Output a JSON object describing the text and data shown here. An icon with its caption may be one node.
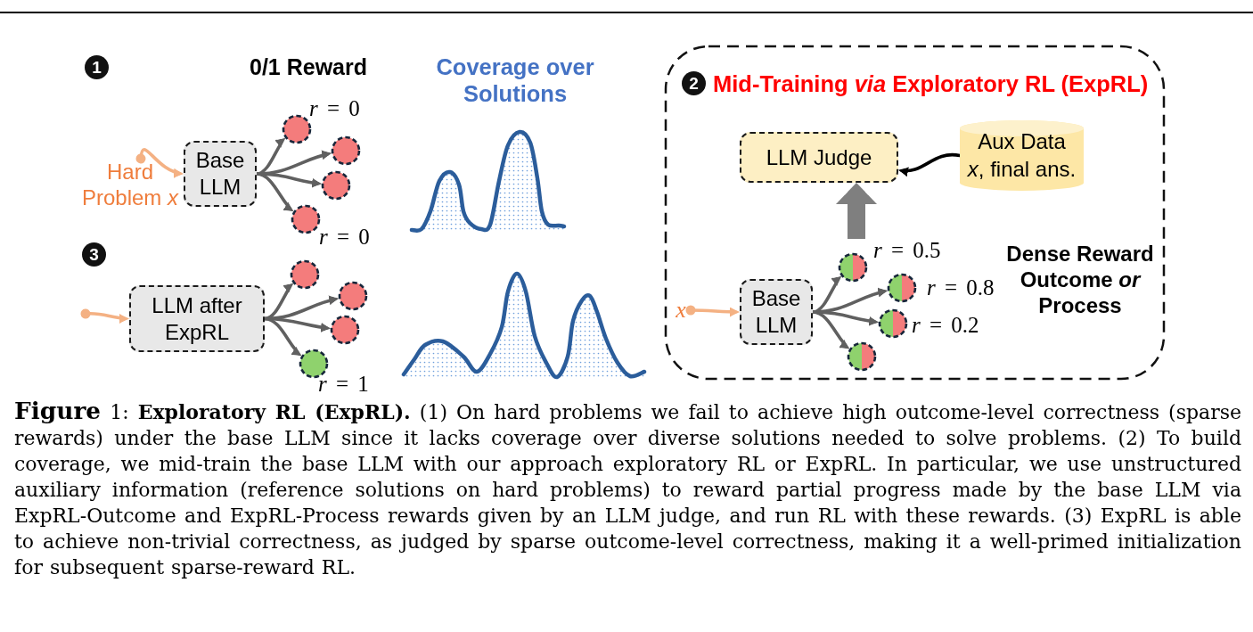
{
  "diagram": {
    "caption": "**Figure** 1: **Exploratory RL (ExpRL).** (1) On hard problems we fail to achieve high outcome-level correctness (sparse rewards) under the base LLM since it lacks coverage over diverse solutions needed to solve problems. (2) To build coverage, we mid-train the base LLM with our approach exploratory RL or ExpRL. In particular, we use unstructured auxiliary information (reference solutions on hard problems) to reward partial progress made by the base LLM via ExpRL-Outcome and ExpRL-Process rewards given by an LLM judge, and run RL with these rewards. (3) ExpRL is able to achieve non-trivial correctness, as judged by sparse outcome-level correctness, making it a well-primed initialization for subsequent sparse-reward RL.",
    "nodes": [
      {
        "text": [
          "1"
        ]
      },
      {
        "text": [
          "Hard Problem *x*"
        ]
      },
      {
        "text": [
          "Base LLM"
        ]
      },
      {
        "text": [],
        "shape": "circle",
        "beside": [
          "*r* = 0"
        ]
      },
      {
        "text": [],
        "shape": "circle"
      },
      {
        "text": [],
        "shape": "circle"
      },
      {
        "text": [],
        "shape": "circle",
        "beside": [
          "*r* = 0"
        ]
      },
      {
        "text": [
          "3"
        ]
      },
      {
        "text": [
          "LLM after ExpRL"
        ]
      },
      {
        "text": [],
        "shape": "circle"
      },
      {
        "text": [],
        "shape": "circle"
      },
      {
        "text": [],
        "shape": "circle"
      },
      {
        "text": [],
        "shape": "circle",
        "beside": [
          "*r* = 1"
        ]
      },
      {
        "text": [
          "Mid-Training *via* Exploratory RL (ExpRL)",
          "Dense Reward Outcome *or* Process"
        ]
      },
      {
        "text": [
          "2"
        ],
        "in": 13
      },
      {
        "text": [
          "LLM Judge"
        ],
        "in": 13
      },
      {
        "text": [
          "Aux Data",
          "*x*, final ans."
        ],
        "in": 13
      },
      {
        "text": [
          "x"
        ],
        "in": 13
      },
      {
        "text": [
          "Base LLM"
        ],
        "in": 13
      },
      {
        "text": [],
        "shape": "circle",
        "in": 13,
        "beside": [
          "*r* = 0.5"
        ]
      },
      {
        "text": [],
        "shape": "circle",
        "in": 13,
        "beside": [
          "*r* = 0.8"
        ]
      },
      {
        "text": [],
        "shape": "circle",
        "in": 13,
        "beside": [
          "*r* = 0.2"
        ]
      },
      {
        "text": [],
        "shape": "circle",
        "in": 13
      }
    ],
    "edges": [
      {
        "from": 1,
        "to": 2,
        "arrow": "to",
        "color": "#f4b183"
      },
      {
        "from": 2,
        "to": 3,
        "arrow": "to"
      },
      {
        "from": 2,
        "to": 4,
        "arrow": "to"
      },
      {
        "from": 2,
        "to": 5,
        "arrow": "to"
      },
      {
        "from": 2,
        "to": 6,
        "arrow": "to"
      },
      {
        "from": null,
        "to": 8,
        "arrow": "to",
        "color": "#f4b183"
      },
      {
        "from": 8,
        "to": 9,
        "arrow": "to"
      },
      {
        "from": 8,
        "to": 10,
        "arrow": "to"
      },
      {
        "from": 8,
        "to": 11,
        "arrow": "to"
      },
      {
        "from": 8,
        "to": 12,
        "arrow": "to"
      },
      {
        "from": 17,
        "to": 18,
        "arrow": "to",
        "color": "#f4b183"
      },
      {
        "from": 18,
        "to": 19,
        "arrow": "to"
      },
      {
        "from": 18,
        "to": 20,
        "arrow": "to"
      },
      {
        "from": 18,
        "to": 21,
        "arrow": "to"
      },
      {
        "from": 18,
        "to": 22,
        "arrow": "to"
      },
      {
        "from": 16,
        "to": 15,
        "arrow": "to",
        "color": "#000000"
      },
      {
        "from": null,
        "to": 15,
        "arrow": "to",
        "style": "thick",
        "color": "#7f7f7f"
      }
    ],
    "labels": [
      "0/1 Reward",
      "Coverage over Solutions"
    ]
  }
}
